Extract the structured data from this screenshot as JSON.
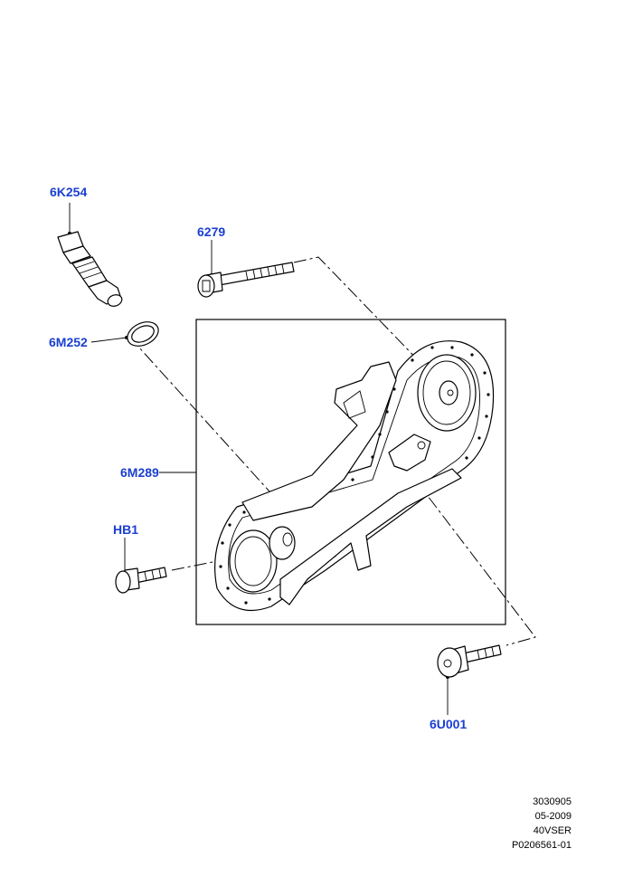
{
  "callouts": {
    "sensor": "6K254",
    "seal": "6M252",
    "bolt_top": "6279",
    "chain_kit": "6M289",
    "bolt_left": "HB1",
    "bolt_bottom": "6U001"
  },
  "footer": {
    "line1": "3030905",
    "line2": "05-2009",
    "line3": "40VSER",
    "line4": "P0206561-01"
  },
  "colors": {
    "callout": "#1a3fd1",
    "line": "#000000"
  }
}
